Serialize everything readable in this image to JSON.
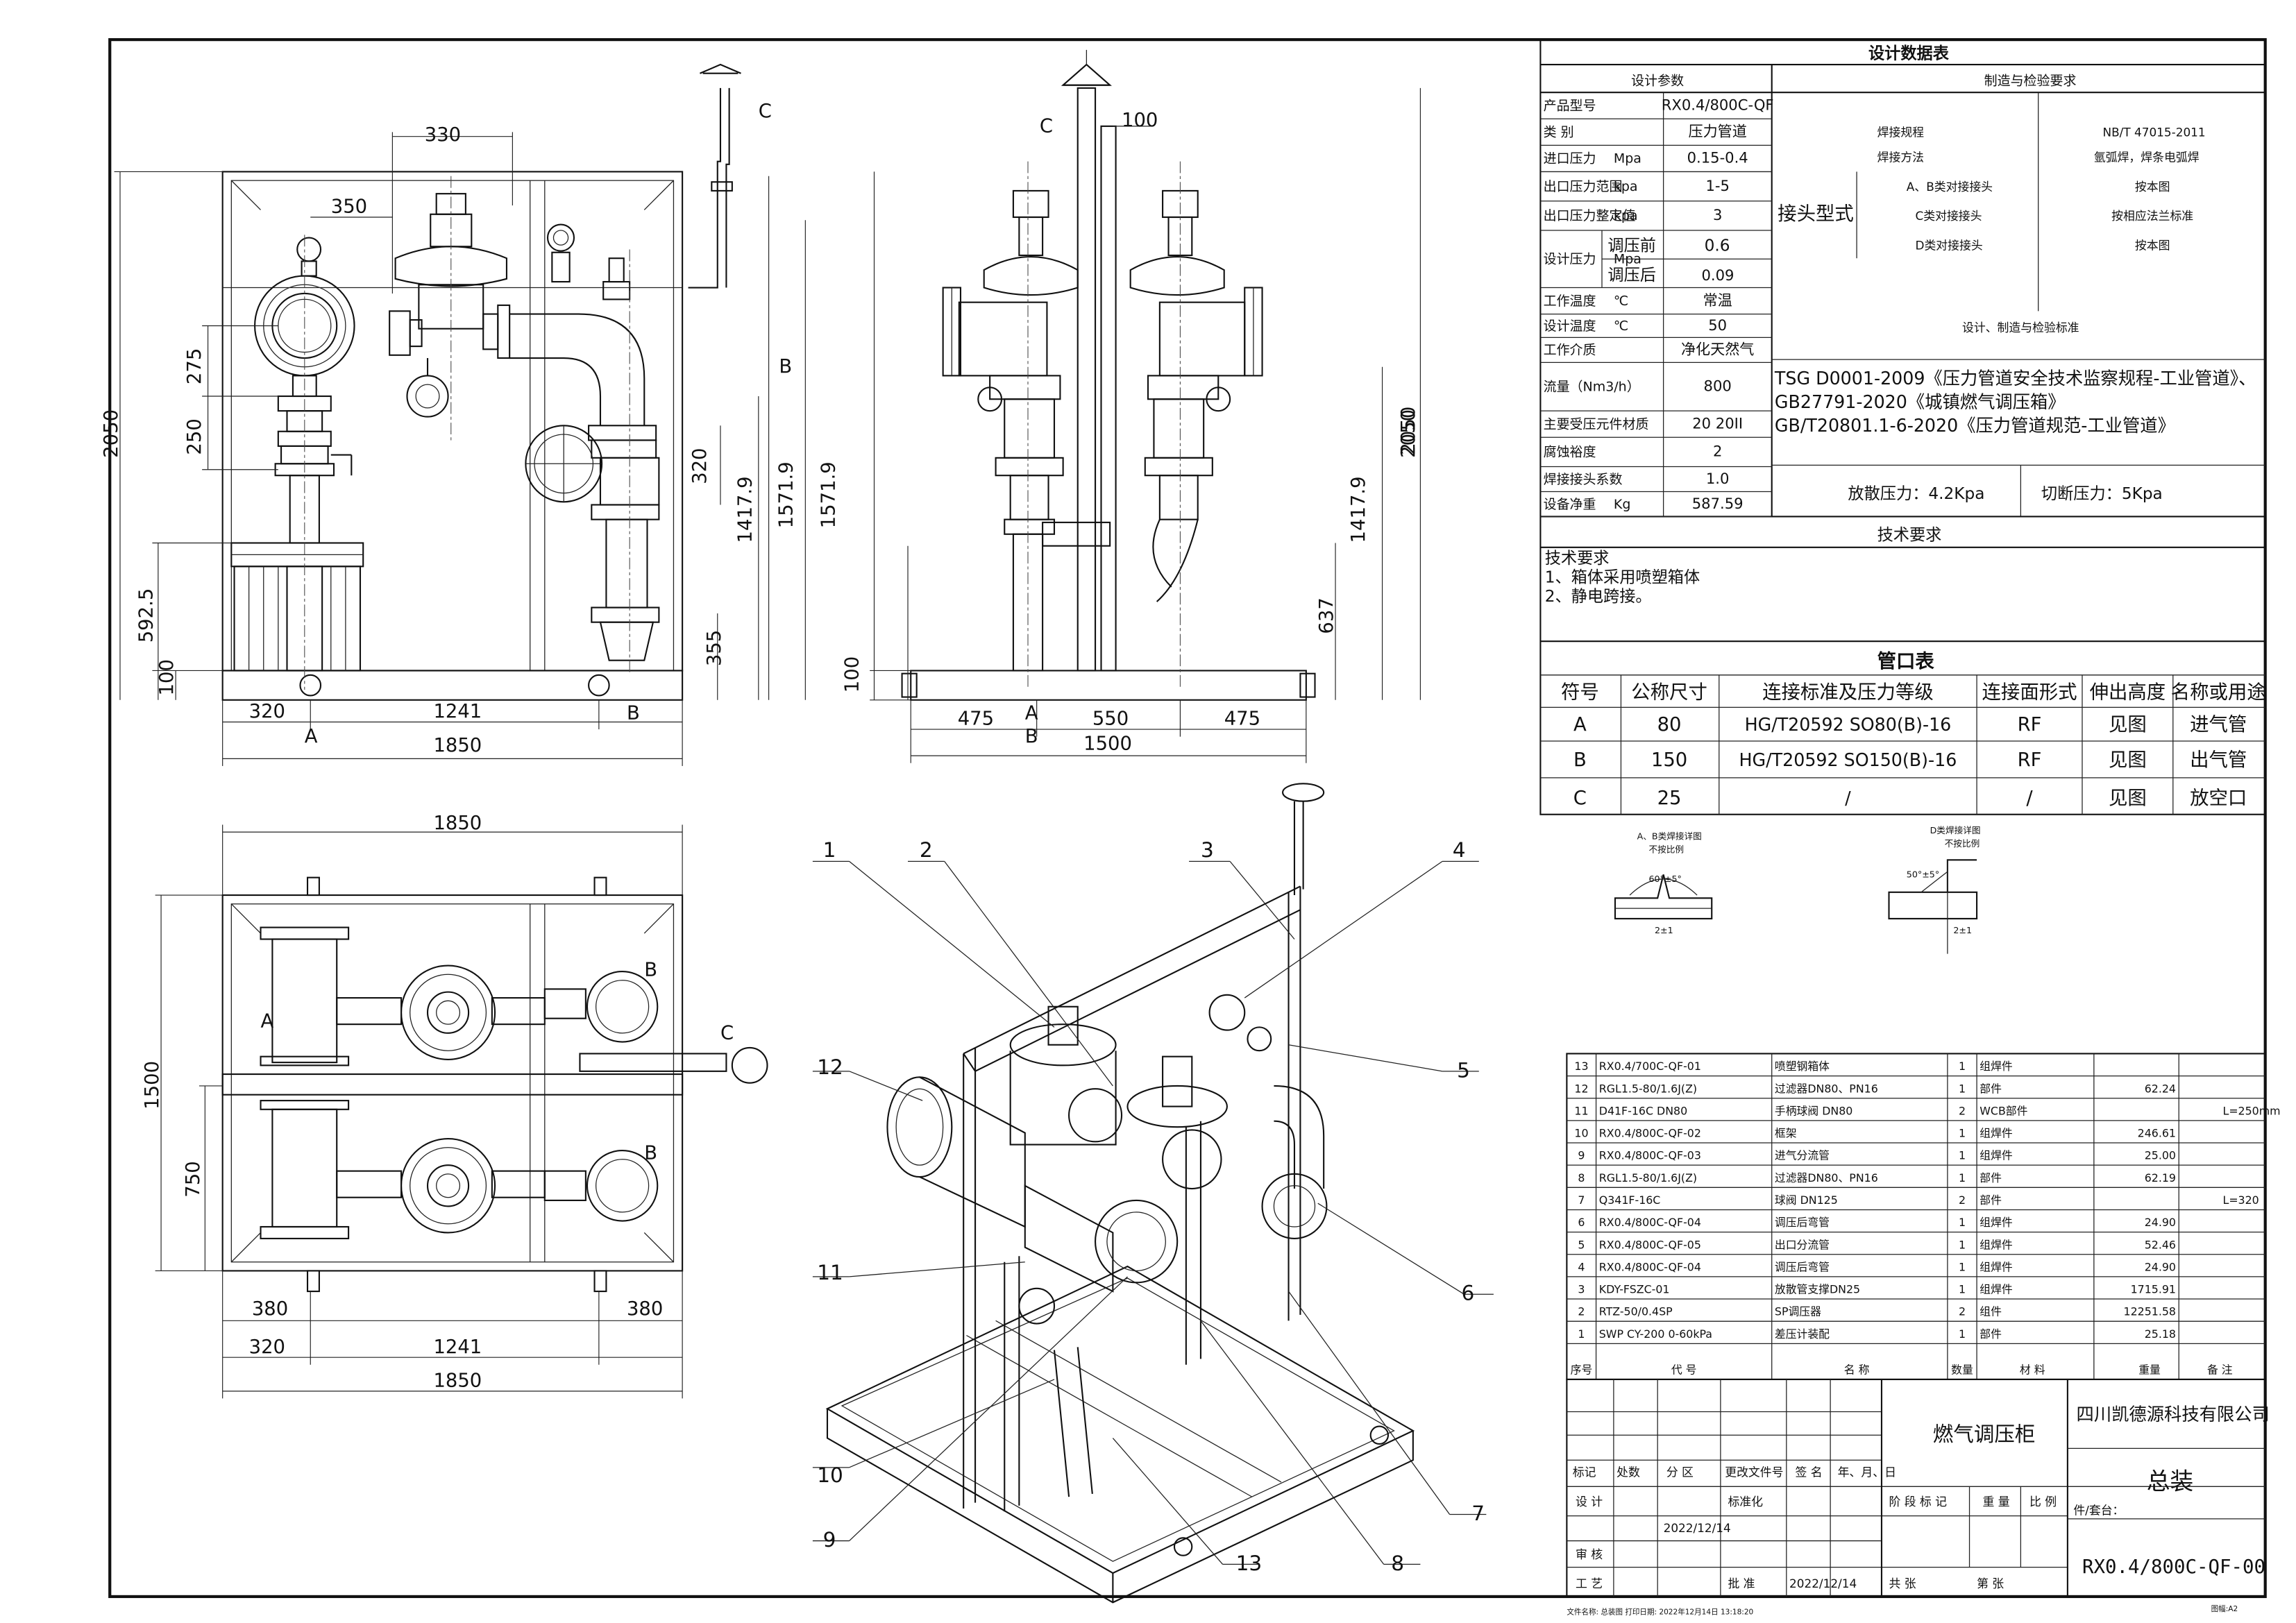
{
  "design_table": {
    "title": "设计数据表",
    "col_design": "设计参数",
    "col_make": "制造与检验要求",
    "rows": [
      {
        "label": "产品型号",
        "value": "RX0.4/800C-QF"
      },
      {
        "label": "类 别",
        "value": "压力管道"
      },
      {
        "label": "进口压力",
        "unit": "Mpa",
        "value": "0.15-0.4"
      },
      {
        "label": "出口压力范围",
        "unit": "kpa",
        "value": "1-5"
      },
      {
        "label": "出口压力整定值",
        "unit": "kpa",
        "value": "3"
      },
      {
        "label": "设计压力",
        "unit": "Mpa",
        "sub1": "调压前",
        "v1": "0.6",
        "sub2": "调压后",
        "v2": "0.09"
      },
      {
        "label": "工作温度",
        "unit": "℃",
        "value": "常温"
      },
      {
        "label": "设计温度",
        "unit": "℃",
        "value": "50"
      },
      {
        "label": "工作介质",
        "value": "净化天然气"
      },
      {
        "label": "流量（Nm3/h）",
        "value": "800"
      },
      {
        "label": "主要受压元件材质",
        "value": "20 20II"
      },
      {
        "label": "腐蚀裕度",
        "value": "2"
      },
      {
        "label": "焊接接头系数",
        "value": "1.0"
      },
      {
        "label": "设备净重",
        "unit": "Kg",
        "value": "587.59"
      }
    ],
    "make": {
      "weld_spec_label": "焊接规程",
      "weld_spec": "NB/T 47015-2011",
      "weld_method_label": "焊接方法",
      "weld_method": "氩弧焊，焊条电弧焊",
      "joint_type": "接头型式",
      "joints": [
        {
          "k": "A、B类对接接头",
          "v": "按本图"
        },
        {
          "k": "C类对接接头",
          "v": "按相应法兰标准"
        },
        {
          "k": "D类对接接头",
          "v": "按本图"
        }
      ],
      "std_header": "设计、制造与检验标准",
      "stds": [
        "TSG D0001-2009《压力管道安全技术监察规程-工业管道》、",
        "GB27791-2020《城镇燃气调压箱》",
        "GB/T20801.1-6-2020《压力管道规范-工业管道》"
      ],
      "relief": "放散压力：4.2Kpa",
      "cutoff": "切断压力：5Kpa"
    },
    "tech_header": "技术要求",
    "tech_lines": [
      "技术要求",
      "1、箱体采用喷塑箱体",
      "2、静电跨接。"
    ]
  },
  "nozzle_table": {
    "title": "管口表",
    "headers": [
      "符号",
      "公称尺寸",
      "连接标准及压力等级",
      "连接面形式",
      "伸出高度",
      "名称或用途"
    ],
    "rows": [
      [
        "A",
        "80",
        "HG/T20592 SO80(B)-16",
        "RF",
        "见图",
        "进气管"
      ],
      [
        "B",
        "150",
        "HG/T20592 SO150(B)-16",
        "RF",
        "见图",
        "出气管"
      ],
      [
        "C",
        "25",
        "/",
        "/",
        "见图",
        "放空口"
      ]
    ]
  },
  "weld_details": [
    {
      "title": "A、B类焊接详图",
      "sub": "不按比例",
      "angle": "60°±5°",
      "gap": "2±1"
    },
    {
      "title": "D类焊接详图",
      "sub": "不按比例",
      "angle": "50°±5°",
      "gap": "2±1"
    }
  ],
  "parts": {
    "rows": [
      [
        "13",
        "RX0.4/700C-QF-01",
        "喷塑钢箱体",
        "1",
        "组焊件",
        "",
        ""
      ],
      [
        "12",
        "RGL1.5-80/1.6J(Z)",
        "过滤器DN80、PN16",
        "1",
        "部件",
        "62.24",
        ""
      ],
      [
        "11",
        "D41F-16C DN80",
        "手柄球阀 DN80",
        "2",
        "WCB部件",
        "",
        "L=250mm"
      ],
      [
        "10",
        "RX0.4/800C-QF-02",
        "框架",
        "1",
        "组焊件",
        "246.61",
        ""
      ],
      [
        "9",
        "RX0.4/800C-QF-03",
        "进气分流管",
        "1",
        "组焊件",
        "25.00",
        ""
      ],
      [
        "8",
        "RGL1.5-80/1.6J(Z)",
        "过滤器DN80、PN16",
        "1",
        "部件",
        "62.19",
        ""
      ],
      [
        "7",
        "Q341F-16C",
        "球阀 DN125",
        "2",
        "部件",
        "",
        "L=320"
      ],
      [
        "6",
        "RX0.4/800C-QF-04",
        "调压后弯管",
        "1",
        "组焊件",
        "24.90",
        ""
      ],
      [
        "5",
        "RX0.4/800C-QF-05",
        "出口分流管",
        "1",
        "组焊件",
        "52.46",
        ""
      ],
      [
        "4",
        "RX0.4/800C-QF-04",
        "调压后弯管",
        "1",
        "组焊件",
        "24.90",
        ""
      ],
      [
        "3",
        "KDY-FSZC-01",
        "放散管支撑DN25",
        "1",
        "组焊件",
        "1715.91",
        ""
      ],
      [
        "2",
        "RTZ-50/0.4SP",
        "SP调压器",
        "2",
        "组件",
        "12251.58",
        ""
      ],
      [
        "1",
        "SWP CY-200 0-60kPa",
        "差压计装配",
        "1",
        "部件",
        "25.18",
        ""
      ]
    ],
    "headers": [
      "序号",
      "代  号",
      "名  称",
      "数量",
      "材  料",
      "重量",
      "备  注"
    ]
  },
  "title_block": {
    "product": "燃气调压柜",
    "company": "四川凯德源科技有限公司",
    "drawing_name": "总装",
    "drawing_no": "RX0.4/800C-QF-00",
    "piece": "件/套台：",
    "date1": "2022/12/14",
    "date2": "2022/12/14",
    "labels": [
      "标记",
      "处数",
      "分 区",
      "更改文件号",
      "签 名",
      "年、月、日"
    ],
    "row2": [
      "设 计",
      "标准化",
      "阶 段 标 记",
      "重 量",
      "比 例"
    ],
    "row3": [
      "审 核"
    ],
    "row4": [
      "工 艺",
      "批 准",
      "共  张",
      "第  张"
    ]
  },
  "front_view": {
    "dims": [
      "330",
      "350",
      "275",
      "250",
      "2050",
      "592.5",
      "100",
      "1417.9",
      "1571.9",
      "320",
      "355",
      "2050",
      "320",
      "1241",
      "1850",
      "A",
      "B",
      "B",
      "C"
    ]
  },
  "side_view": {
    "dims": [
      "C",
      "100",
      "1571.9",
      "637",
      "100",
      "1417.9",
      "2050",
      "475",
      "550",
      "475",
      "1500",
      "A",
      "B"
    ]
  },
  "plan_view": {
    "dims": [
      "1850",
      "1500",
      "750",
      "380",
      "380",
      "320",
      "1241",
      "1850",
      "A",
      "B",
      "B",
      "C"
    ]
  },
  "iso_callouts": [
    "1",
    "2",
    "3",
    "4",
    "5",
    "6",
    "7",
    "8",
    "9",
    "10",
    "11",
    "12",
    "13"
  ],
  "footer_note": "文件名称: 总装图 打印日期: 2022年12月14日 13:18:20",
  "sheet_mark": "图幅:A2"
}
